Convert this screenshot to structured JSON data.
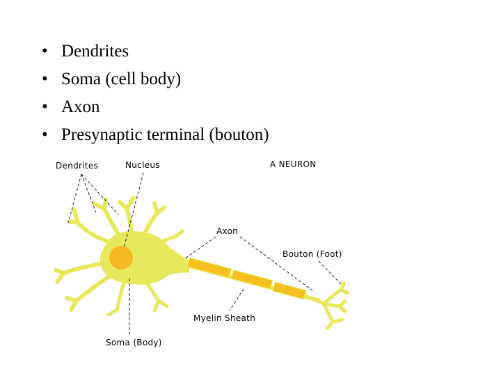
{
  "bullets": [
    "Dendrites",
    "Soma (cell body)",
    "Axon",
    "Presynaptic terminal (bouton)"
  ],
  "diagram": {
    "title": "A NEURON",
    "labels": {
      "dendrites": "Dendrites",
      "nucleus": "Nucleus",
      "axon": "Axon",
      "bouton": "Bouton (Foot)",
      "myelin": "Myelin Sheath",
      "soma": "Soma (Body)"
    },
    "colors": {
      "cell": "#e8e85c",
      "nucleus": "#f5b820",
      "myelin": "#f5c020"
    }
  }
}
